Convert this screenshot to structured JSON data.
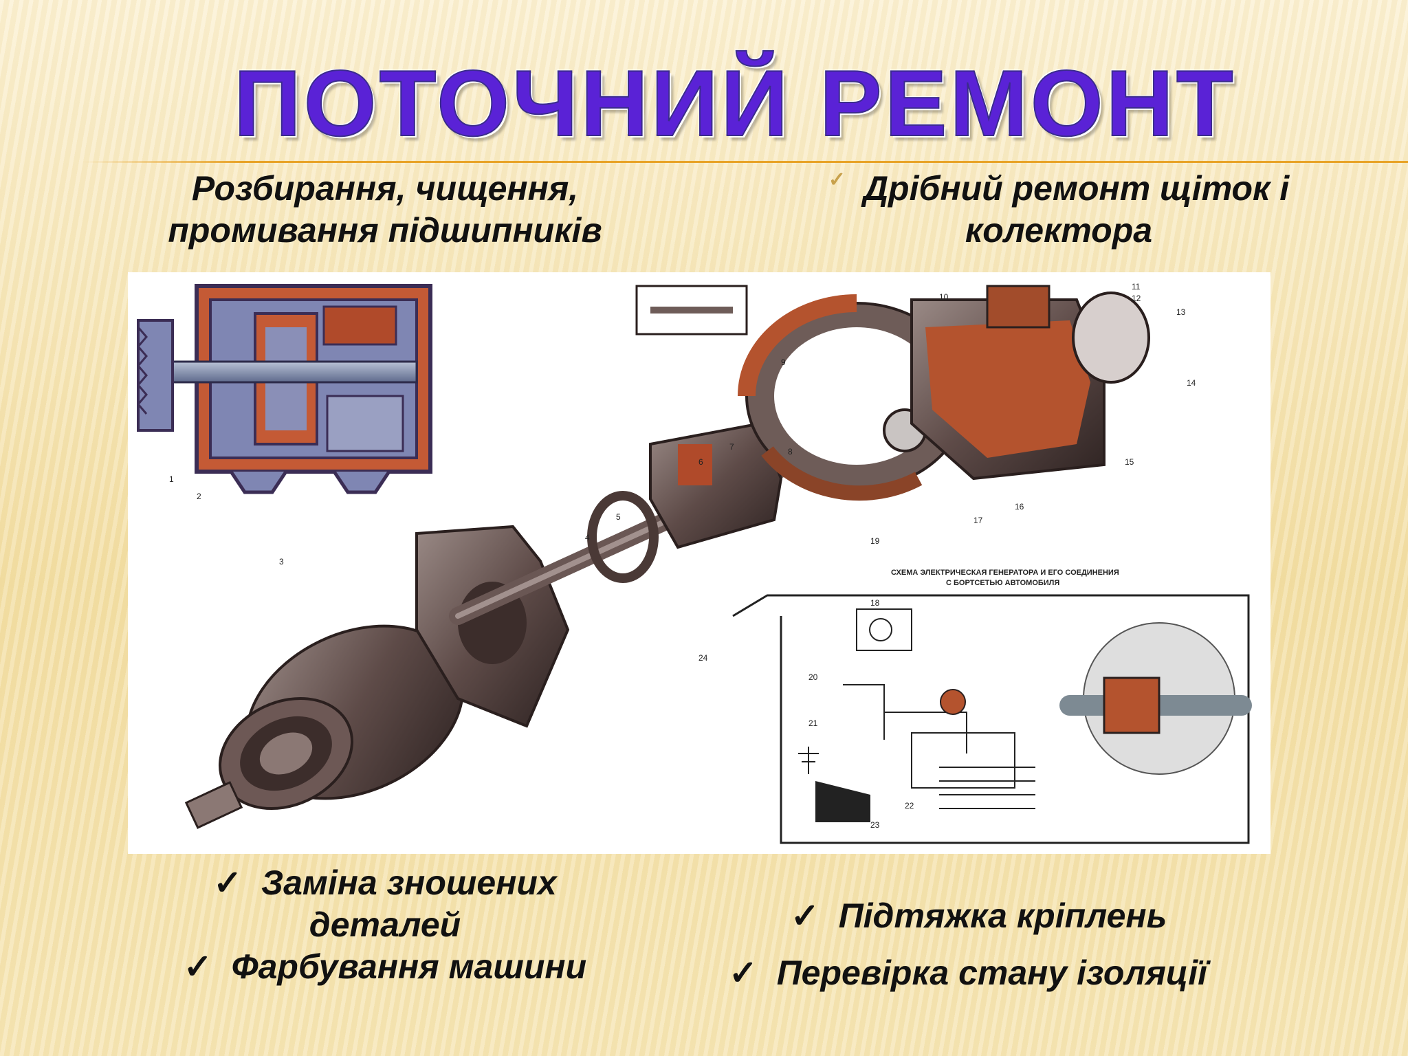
{
  "slide": {
    "title": "ПОТОЧНИЙ РЕМОНТ",
    "items": {
      "top_left": "Розбирання, чищення, промивання підшипників",
      "top_right": "Дрібний ремонт щіток і колектора",
      "bottom_left_1": "Заміна зношених деталей",
      "bottom_left_2": "Фарбування машини",
      "bottom_right_1": "Підтяжка кріплень",
      "bottom_right_2": "Перевірка стану ізоляції"
    },
    "figure": {
      "caption_line1": "СХЕМА ЭЛЕКТРИЧЕСКАЯ ГЕНЕРАТОРА И ЕГО СОЕДИНЕНИЯ",
      "caption_line2": "С БОРТСЕТЬЮ АВТОМОБИЛЯ",
      "labels": [
        "1",
        "2",
        "3",
        "4",
        "5",
        "6",
        "7",
        "8",
        "9",
        "10",
        "11",
        "12",
        "13",
        "14",
        "15",
        "16",
        "17",
        "18",
        "19",
        "20",
        "21",
        "22",
        "23",
        "24"
      ]
    },
    "colors": {
      "title": "#5a22d6",
      "accent_rule": "#e8a328",
      "text": "#111111"
    }
  }
}
